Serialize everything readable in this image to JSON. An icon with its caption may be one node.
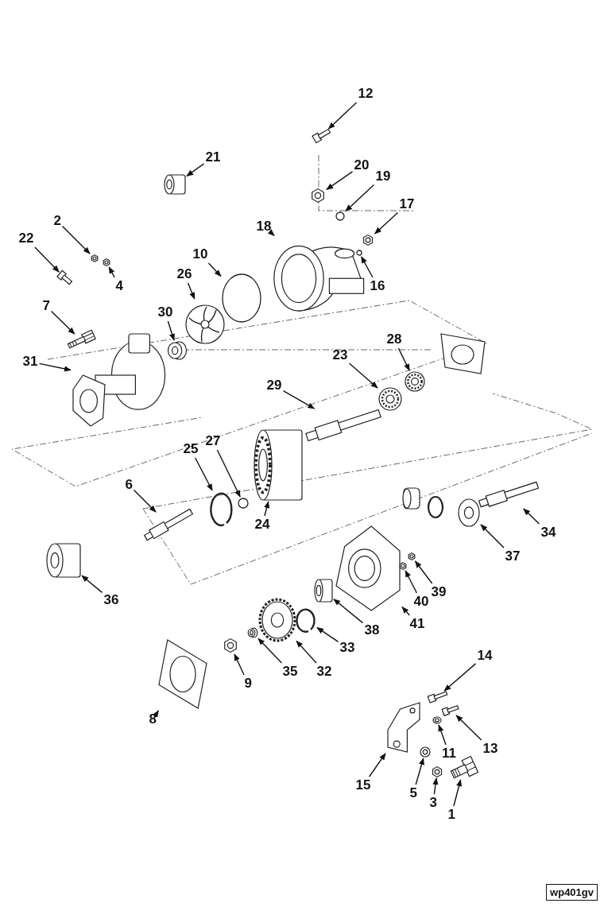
{
  "diagram": {
    "nodes": [
      {
        "text": [
          "12"
        ]
      },
      {
        "text": [],
        "shape": "picture"
      },
      {
        "text": [
          "21"
        ]
      },
      {
        "text": [],
        "shape": "cylinder"
      },
      {
        "text": [
          "20"
        ]
      },
      {
        "text": [],
        "shape": "picture"
      },
      {
        "text": [
          "19"
        ]
      },
      {
        "text": [],
        "shape": "circle"
      },
      {
        "text": [
          "17"
        ]
      },
      {
        "text": [],
        "shape": "picture"
      },
      {
        "text": [
          "2"
        ]
      },
      {
        "text": [],
        "shape": "picture"
      },
      {
        "text": [
          "18"
        ]
      },
      {
        "text": [],
        "shape": "picture"
      },
      {
        "text": [
          "22"
        ]
      },
      {
        "text": [],
        "shape": "picture"
      },
      {
        "text": [
          "10"
        ]
      },
      {
        "text": [],
        "shape": "circle"
      },
      {
        "text": [
          "26"
        ]
      },
      {
        "text": [],
        "shape": "picture"
      },
      {
        "text": [
          "4"
        ]
      },
      {
        "text": [],
        "shape": "picture"
      },
      {
        "text": [
          "16"
        ]
      },
      {
        "text": [],
        "shape": "circle"
      },
      {
        "text": [
          "7"
        ]
      },
      {
        "text": [],
        "shape": "picture"
      },
      {
        "text": [
          "30"
        ]
      },
      {
        "text": [],
        "shape": "picture"
      },
      {
        "text": [
          "28"
        ]
      },
      {
        "text": [],
        "shape": "picture"
      },
      {
        "text": [
          "23"
        ]
      },
      {
        "text": [],
        "shape": "picture"
      },
      {
        "text": [
          "31"
        ]
      },
      {
        "text": [],
        "shape": "picture"
      },
      {
        "text": [
          "29"
        ]
      },
      {
        "text": [],
        "shape": "picture"
      },
      {
        "text": [
          "27"
        ]
      },
      {
        "text": [],
        "shape": "circle"
      },
      {
        "text": [
          "25"
        ]
      },
      {
        "text": [],
        "shape": "picture"
      },
      {
        "text": [
          "6"
        ]
      },
      {
        "text": [],
        "shape": "picture"
      },
      {
        "text": [
          "24"
        ]
      },
      {
        "text": [],
        "shape": "cylinder"
      },
      {
        "text": [
          "34"
        ]
      },
      {
        "text": [],
        "shape": "picture"
      },
      {
        "text": [
          "37"
        ]
      },
      {
        "text": [],
        "shape": "picture"
      },
      {
        "text": [
          "36"
        ]
      },
      {
        "text": [],
        "shape": "cylinder"
      },
      {
        "text": [
          "39"
        ]
      },
      {
        "text": [],
        "shape": "picture"
      },
      {
        "text": [
          "40"
        ]
      },
      {
        "text": [],
        "shape": "picture"
      },
      {
        "text": [
          "41"
        ]
      },
      {
        "text": [],
        "shape": "picture"
      },
      {
        "text": [
          "38"
        ]
      },
      {
        "text": [],
        "shape": "cylinder"
      },
      {
        "text": [
          "33"
        ]
      },
      {
        "text": [],
        "shape": "picture"
      },
      {
        "text": [
          "32"
        ]
      },
      {
        "text": [],
        "shape": "picture"
      },
      {
        "text": [
          "35"
        ]
      },
      {
        "text": [],
        "shape": "picture"
      },
      {
        "text": [
          "9"
        ]
      },
      {
        "text": [],
        "shape": "picture"
      },
      {
        "text": [
          "14"
        ]
      },
      {
        "text": [],
        "shape": "picture"
      },
      {
        "text": [
          "8"
        ]
      },
      {
        "text": [],
        "shape": "picture"
      },
      {
        "text": [
          "13"
        ]
      },
      {
        "text": [],
        "shape": "picture"
      },
      {
        "text": [
          "11"
        ]
      },
      {
        "text": [],
        "shape": "picture"
      },
      {
        "text": [
          "15"
        ]
      },
      {
        "text": [],
        "shape": "picture"
      },
      {
        "text": [
          "5"
        ]
      },
      {
        "text": [],
        "shape": "picture"
      },
      {
        "text": [
          "3"
        ]
      },
      {
        "text": [],
        "shape": "picture"
      },
      {
        "text": [
          "1"
        ]
      },
      {
        "text": [],
        "shape": "picture"
      }
    ],
    "edges": [
      {
        "from": 0,
        "to": 1,
        "arrow": "to"
      },
      {
        "from": 2,
        "to": 3,
        "arrow": "to"
      },
      {
        "from": 4,
        "to": 5,
        "arrow": "to"
      },
      {
        "from": 6,
        "to": 7,
        "arrow": "to"
      },
      {
        "from": 8,
        "to": 9,
        "arrow": "to"
      },
      {
        "from": 10,
        "to": 11,
        "arrow": "to"
      },
      {
        "from": 12,
        "to": 13,
        "arrow": "to"
      },
      {
        "from": 14,
        "to": 15,
        "arrow": "to"
      },
      {
        "from": 16,
        "to": 17,
        "arrow": "to"
      },
      {
        "from": 18,
        "to": 19,
        "arrow": "to"
      },
      {
        "from": 20,
        "to": 21,
        "arrow": "to"
      },
      {
        "from": 22,
        "to": 23,
        "arrow": "to"
      },
      {
        "from": 24,
        "to": 25,
        "arrow": "to"
      },
      {
        "from": 26,
        "to": 27,
        "arrow": "to"
      },
      {
        "from": 28,
        "to": 29,
        "arrow": "to"
      },
      {
        "from": 30,
        "to": 31,
        "arrow": "to"
      },
      {
        "from": 32,
        "to": 33,
        "arrow": "to"
      },
      {
        "from": 34,
        "to": 35,
        "arrow": "to"
      },
      {
        "from": 36,
        "to": 37,
        "arrow": "to"
      },
      {
        "from": 38,
        "to": 39,
        "arrow": "to"
      },
      {
        "from": 40,
        "to": 41,
        "arrow": "to"
      },
      {
        "from": 42,
        "to": 43,
        "arrow": "to"
      },
      {
        "from": 44,
        "to": 45,
        "arrow": "to"
      },
      {
        "from": 46,
        "to": 47,
        "arrow": "to"
      },
      {
        "from": 48,
        "to": 49,
        "arrow": "to"
      },
      {
        "from": 50,
        "to": 51,
        "arrow": "to"
      },
      {
        "from": 52,
        "to": 53,
        "arrow": "to"
      },
      {
        "from": 54,
        "to": 55,
        "arrow": "to"
      },
      {
        "from": 56,
        "to": 57,
        "arrow": "to"
      },
      {
        "from": 58,
        "to": 59,
        "arrow": "to"
      },
      {
        "from": 60,
        "to": 61,
        "arrow": "to"
      },
      {
        "from": 62,
        "to": 63,
        "arrow": "to"
      },
      {
        "from": 64,
        "to": 65,
        "arrow": "to"
      },
      {
        "from": 66,
        "to": 67,
        "arrow": "to"
      },
      {
        "from": 68,
        "to": 69,
        "arrow": "to"
      },
      {
        "from": 70,
        "to": 71,
        "arrow": "to"
      },
      {
        "from": 72,
        "to": 73,
        "arrow": "to"
      },
      {
        "from": 74,
        "to": 75,
        "arrow": "to"
      },
      {
        "from": 76,
        "to": 77,
        "arrow": "to"
      },
      {
        "from": 78,
        "to": 79,
        "arrow": "to"
      },
      {
        "from": 80,
        "to": 81,
        "arrow": "to"
      }
    ],
    "labels": [
      "wp401gv"
    ]
  }
}
